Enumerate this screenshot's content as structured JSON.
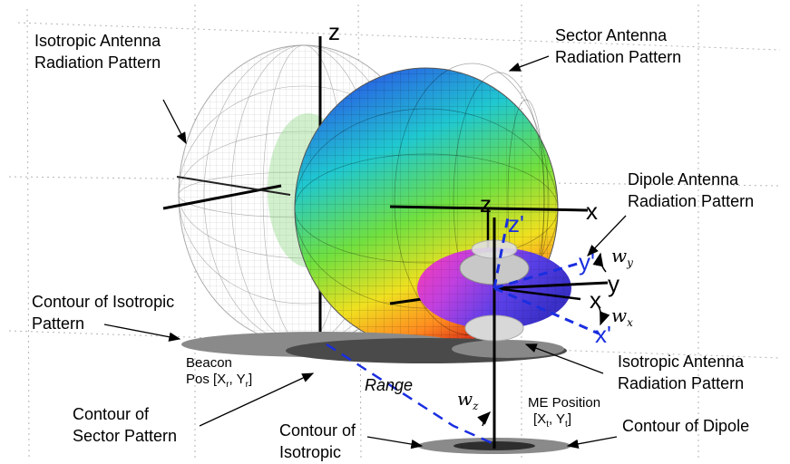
{
  "labels": {
    "iso_title_1": "Isotropic Antenna",
    "iso_title_2": "Radiation Pattern",
    "sector_title_1": "Sector Antenna",
    "sector_title_2": "Radiation Pattern",
    "dipole_title_1": "Dipole Antenna",
    "dipole_title_2": "Radiation Pattern",
    "contour_iso_1": "Contour of Isotropic",
    "contour_iso_2": "Pattern",
    "beacon_1": "Beacon",
    "beacon_2": "Pos [X",
    "beacon_sub_r": "r",
    "beacon_mid": ", Y",
    "beacon_sub_r2": "r",
    "beacon_end": "]",
    "range": "Range",
    "iso_antenna2_1": "Isotropic Antenna",
    "iso_antenna2_2": "Radiation Pattern",
    "me_1": "ME Position",
    "me_2": "[X",
    "me_sub_t": "t",
    "me_mid": ", Y",
    "me_sub_t2": "t",
    "me_end": "]",
    "contour_sector_1": "Contour of",
    "contour_sector_2": "Sector Pattern",
    "contour_iso_bottom_1": "Contour of",
    "contour_iso_bottom_2": "Isotropic",
    "contour_dipole": "Contour of Dipole"
  },
  "axes": {
    "z_top": "z",
    "z_mid": "z",
    "x_mid": "x",
    "z_prime": "z'",
    "y_prime": "y'",
    "y": "y",
    "x": "x",
    "x_prime": "x'",
    "w_y": "w",
    "w_y_sub": "y",
    "w_x": "w",
    "w_x_sub": "x",
    "w_z": "w",
    "w_z_sub": "z"
  },
  "colors": {
    "axis_prime": "#1a2ee0",
    "contour_dark": "#3a3a3a",
    "contour_mid": "#8a8a8a"
  }
}
